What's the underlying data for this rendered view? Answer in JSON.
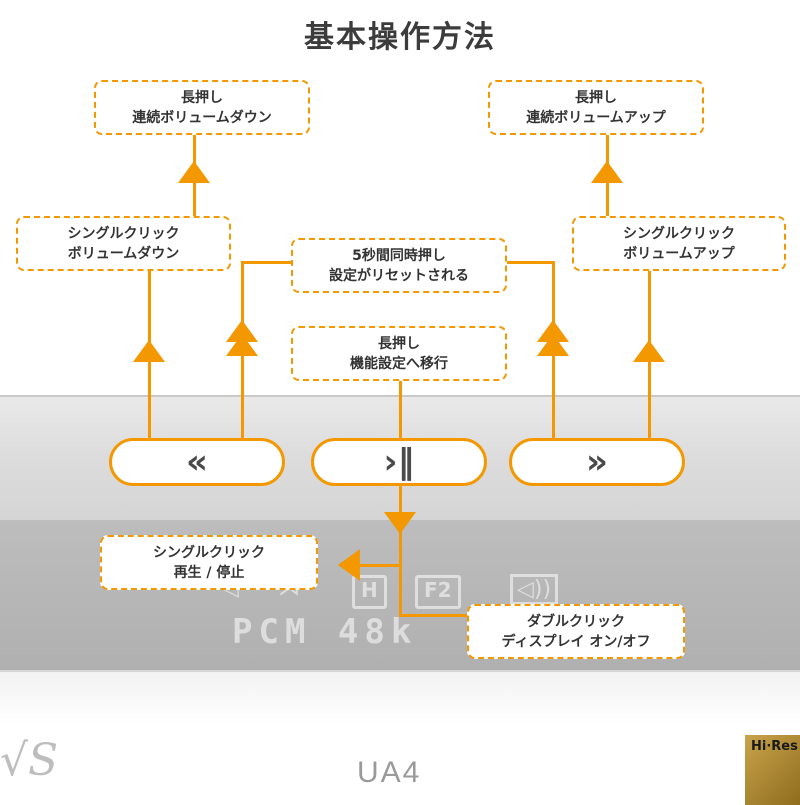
{
  "title": "基本操作方法",
  "callouts": {
    "long_press_vol_down": [
      "長押し",
      "連続ボリュームダウン"
    ],
    "long_press_vol_up": [
      "長押し",
      "連続ボリュームアップ"
    ],
    "single_click_vol_down": [
      "シングルクリック",
      "ボリュームダウン"
    ],
    "single_click_vol_up": [
      "シングルクリック",
      "ボリュームアップ"
    ],
    "reset": [
      "5秒間同時押し",
      "設定がリセットされる"
    ],
    "function_settings": [
      "長押し",
      "機能設定へ移行"
    ],
    "play_pause": [
      "シングルクリック",
      "再生 / 停止"
    ],
    "display_toggle": [
      "ダブルクリック",
      "ディスプレイ オン/オフ"
    ]
  },
  "buttons": {
    "prev": "«",
    "play": "›‖",
    "next": "»"
  },
  "device": {
    "display_indicators": [
      "H",
      "F2"
    ],
    "display_text": "PCM 48k",
    "model": "UA4",
    "badge": "Hi·Res"
  },
  "colors": {
    "accent": "#f39800",
    "device_gray": "#b4b4b4"
  }
}
